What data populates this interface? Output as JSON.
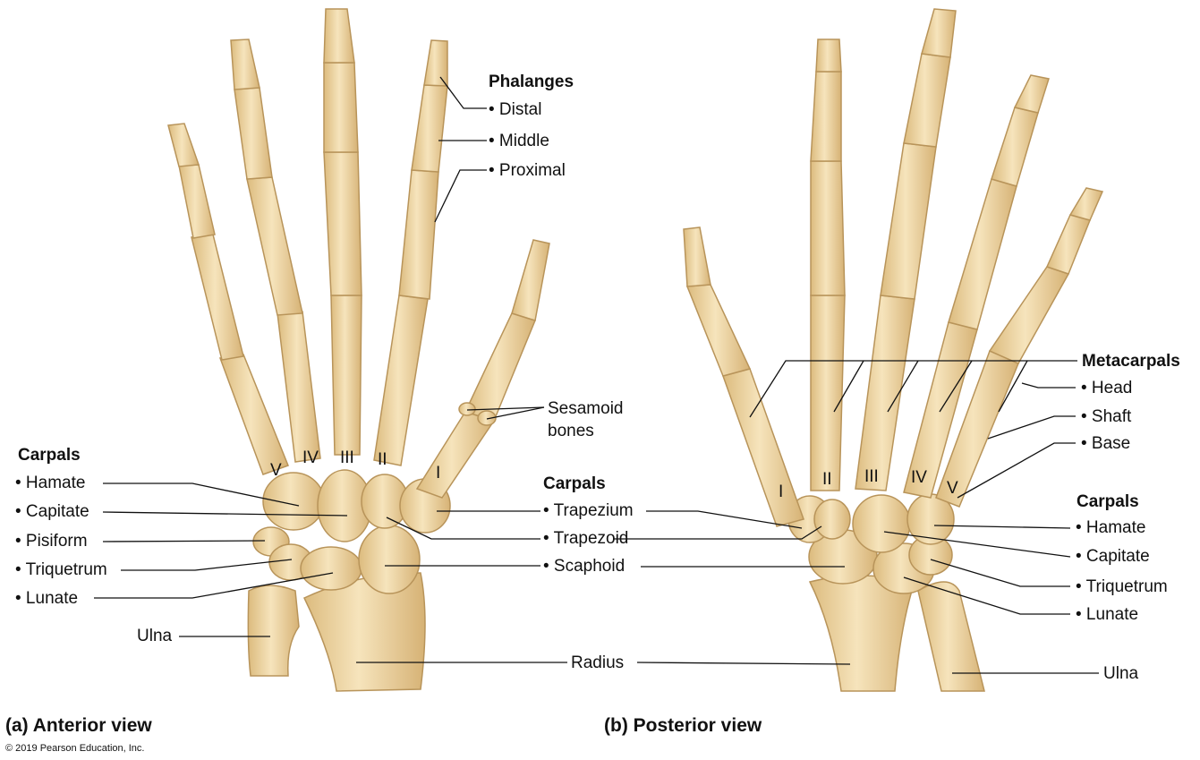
{
  "anterior": {
    "caption": "(a) Anterior view",
    "phalanges": {
      "heading": "Phalanges",
      "distal": "• Distal",
      "middle": "• Middle",
      "proximal": "• Proximal"
    },
    "sesamoid": {
      "line1": "Sesamoid",
      "line2": "bones"
    },
    "carpals_left": {
      "heading": "Carpals",
      "hamate": "• Hamate",
      "capitate": "• Capitate",
      "pisiform": "• Pisiform",
      "triquetrum": "• Triquetrum",
      "lunate": "• Lunate"
    },
    "carpals_right": {
      "heading": "Carpals",
      "trapezium": "• Trapezium",
      "trapezoid": "• Trapezoid",
      "scaphoid": "• Scaphoid"
    },
    "ulna": "Ulna",
    "radius": "Radius",
    "numerals": [
      "V",
      "IV",
      "III",
      "II",
      "I"
    ]
  },
  "posterior": {
    "caption": "(b) Posterior view",
    "metacarpals": {
      "heading": "Metacarpals",
      "head": "• Head",
      "shaft": "• Shaft",
      "base": "• Base"
    },
    "carpals": {
      "heading": "Carpals",
      "hamate": "• Hamate",
      "capitate": "• Capitate",
      "triquetrum": "• Triquetrum",
      "lunate": "• Lunate"
    },
    "ulna": "Ulna",
    "numerals": [
      "I",
      "II",
      "III",
      "IV",
      "V"
    ]
  },
  "copyright": "© 2019 Pearson Education, Inc.",
  "colors": {
    "bone": "#f0d9a8",
    "bone_shade": "#d9b87a",
    "bone_outline": "#b8945a",
    "leader": "#111111"
  }
}
